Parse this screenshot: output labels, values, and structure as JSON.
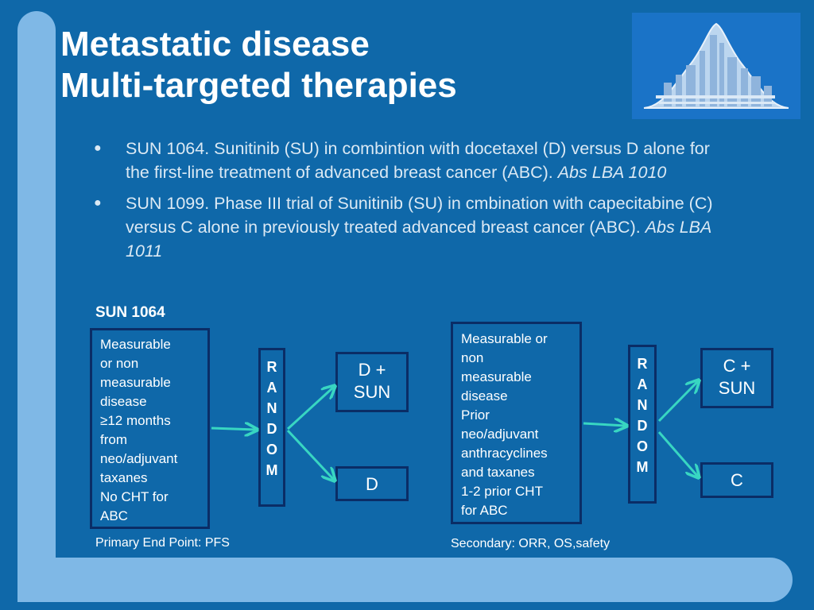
{
  "slide": {
    "title_line1": "Metastatic disease",
    "title_line2": "Multi-targeted therapies",
    "bullets": [
      {
        "text": "SUN 1064. Sunitinib (SU) in combintion with docetaxel (D) versus D alone for the first-line treatment of advanced breast cancer (ABC). ",
        "ref": "Abs LBA 1010"
      },
      {
        "text": "SUN 1099. Phase III trial of Sunitinib (SU) in cmbination with capecitabine (C) versus C alone in previously treated advanced breast cancer (ABC). ",
        "ref": "Abs LBA 1011"
      }
    ],
    "bullet_glyph": "●"
  },
  "diagram_left": {
    "label": "SUN 1064",
    "criteria": [
      "Measurable",
      "or non",
      "measurable",
      "disease",
      "≥12 months",
      "from",
      "neo/adjuvant",
      "taxanes",
      "No CHT for",
      "ABC"
    ],
    "random_letters": [
      "R",
      "A",
      "N",
      "D",
      "O",
      "M"
    ],
    "arm_top": [
      "D +",
      "SUN"
    ],
    "arm_bottom": "D",
    "endpoint": "Primary End Point: PFS"
  },
  "diagram_right": {
    "criteria": [
      "Measurable or",
      "non",
      "measurable",
      "disease",
      "Prior",
      "neo/adjuvant",
      "anthracyclines",
      "and taxanes",
      "1-2 prior CHT",
      "for ABC"
    ],
    "random_letters": [
      "R",
      "A",
      "N",
      "D",
      "O",
      "M"
    ],
    "arm_top": [
      "C +",
      "SUN"
    ],
    "arm_bottom": "C",
    "endpoint": "Secondary: ORR, OS,safety"
  },
  "colors": {
    "background": "#0f68a9",
    "accent_bar": "#7fb8e6",
    "box_border": "#0a2d66",
    "arrow": "#38d6c2",
    "logo_bg": "#1a73c7"
  },
  "icons": {
    "logo": "city-skyline-logo-icon"
  }
}
